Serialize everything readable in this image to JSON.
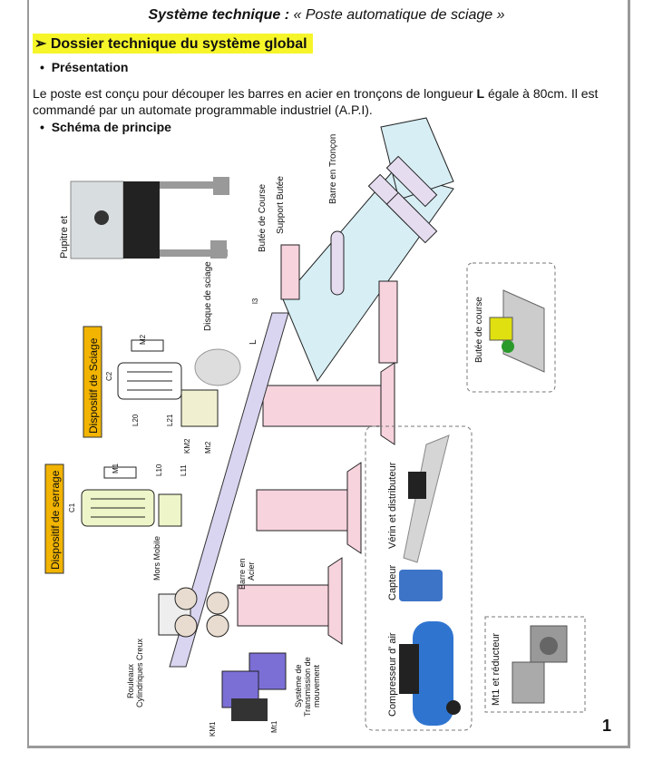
{
  "title_bold": "Système technique :",
  "title_rest": " « Poste automatique de sciage »",
  "section_heading": "➢ Dossier technique du système global",
  "presentation_label": "Présentation",
  "presentation_text_1": "Le poste est conçu pour découper les barres en acier en tronçons de longueur ",
  "presentation_L": "L",
  "presentation_text_2": " égale à 80cm. Il est commandé par un automate programmable industriel (A.P.I).",
  "schema_label": "Schéma de principe",
  "diagram": {
    "pupitre": "Pupitre et",
    "dispositif_sciage": "Dispositif de Sciage",
    "dispositif_serrage": "Dispositif de serrage",
    "disque": "Disque de sciage",
    "butee_course": "Butée de Course",
    "support_butee": "Support Butée",
    "barre_troncon": "Barre en Tronçon",
    "butee_course_photo": "Butée de course",
    "verin": "Vérin et distributeur",
    "capteur": "Capteur",
    "compresseur": "Compresseur d'  air",
    "mt1_reducteur": "Mt1 et réducteur",
    "mors_mobile": "Mors Mobile",
    "barre_acier_1": "Barre en",
    "barre_acier_2": "Acier",
    "rouleaux_1": "Rouleaux",
    "rouleaux_2": "Cylindriques Creux",
    "transmission_1": "Système de",
    "transmission_2": "Transmission de",
    "transmission_3": "mouvement",
    "km1": "KM1",
    "mt1": "Mt1",
    "km2": "KM2",
    "mt2": "Mt2",
    "c1": "C1",
    "c2": "C2",
    "m1": "M1",
    "m2": "M2",
    "l10": "L10",
    "l11": "L11",
    "l20": "L20",
    "l21": "L21",
    "l": "L",
    "l3": "l3"
  },
  "page_number": "1",
  "colors": {
    "highlight": "#f6f52a",
    "label_box": "#f2b400",
    "bar": "#d9d4f0",
    "support": "#f7d3dd",
    "table": "#d6eef4",
    "motor": "#7b6fd6"
  }
}
